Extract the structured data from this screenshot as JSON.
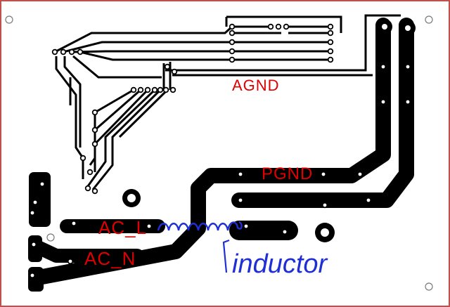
{
  "diagram": {
    "kind": "pcb-layout",
    "colors": {
      "background": "#ffffff",
      "outline": "#c0504d",
      "copper": "#000000",
      "pad_hole": "#ffffff",
      "label_red": "#e00000",
      "label_blue": "#1f2fd6"
    },
    "labels": {
      "agnd": "AGND",
      "pgnd": "PGND",
      "ac_l": "AC_L",
      "ac_n": "AC_N",
      "inductor": "inductor"
    }
  }
}
